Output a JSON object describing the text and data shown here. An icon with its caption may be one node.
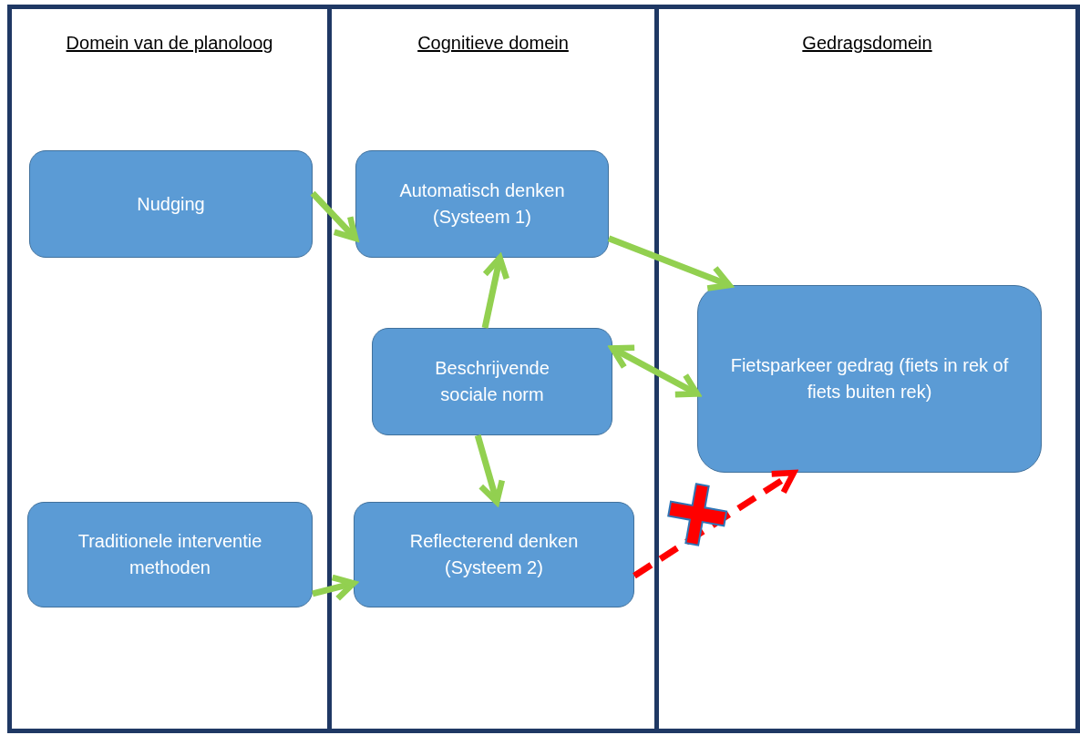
{
  "diagram": {
    "nodes": [
      {
        "text": [
          "Domein van de planoloog"
        ]
      },
      {
        "text": [
          "Nudging"
        ],
        "in": 0
      },
      {
        "text": [
          "Traditionele interventie methoden"
        ],
        "in": 0
      },
      {
        "text": [
          "Cognitieve domein"
        ]
      },
      {
        "text": [
          "Automatisch denken (Systeem 1)"
        ],
        "in": 3
      },
      {
        "text": [
          "Beschrijvende sociale norm"
        ],
        "in": 3
      },
      {
        "text": [
          "Reflecterend denken (Systeem 2)"
        ],
        "in": 3
      },
      {
        "text": [
          "Gedragsdomein"
        ]
      },
      {
        "text": [
          "Fietsparkeer gedrag (fiets in rek of fiets buiten rek)"
        ],
        "in": 7
      }
    ],
    "edges": [
      {
        "from": 1,
        "to": 4,
        "arrow": "to"
      },
      {
        "from": 4,
        "to": 8,
        "arrow": "to"
      },
      {
        "from": 5,
        "to": 4,
        "arrow": "to"
      },
      {
        "from": 5,
        "to": 8,
        "arrow": "both"
      },
      {
        "from": 5,
        "to": 6,
        "arrow": "to"
      },
      {
        "from": 2,
        "to": 6,
        "arrow": "to"
      },
      {
        "from": 6,
        "to": 8,
        "arrow": "to",
        "style": "dashed",
        "color": "#ff0000"
      }
    ]
  }
}
